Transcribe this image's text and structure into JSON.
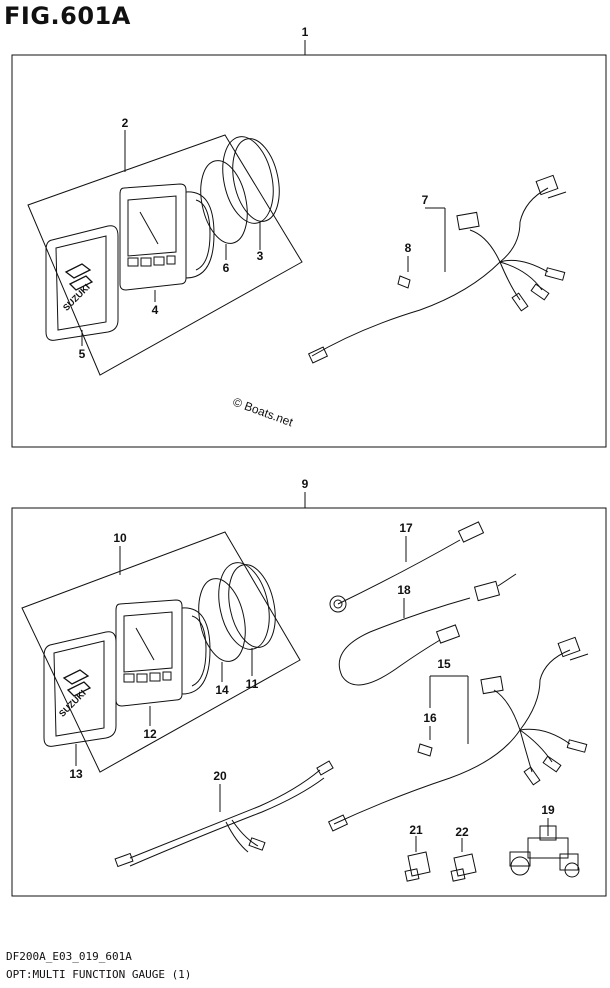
{
  "figure": {
    "title": "FIG.601A",
    "code": "DF200A_E03_019_601A",
    "caption": "OPT:MULTI FUNCTION GAUGE (1)"
  },
  "brand_text": "SUZUKI",
  "watermark": "© Boats.net",
  "callouts_top": [
    "1",
    "2",
    "3",
    "4",
    "5",
    "6",
    "7",
    "8"
  ],
  "callouts_bottom": [
    "9",
    "10",
    "11",
    "12",
    "13",
    "14",
    "15",
    "16",
    "17",
    "18",
    "19",
    "20",
    "21",
    "22"
  ]
}
